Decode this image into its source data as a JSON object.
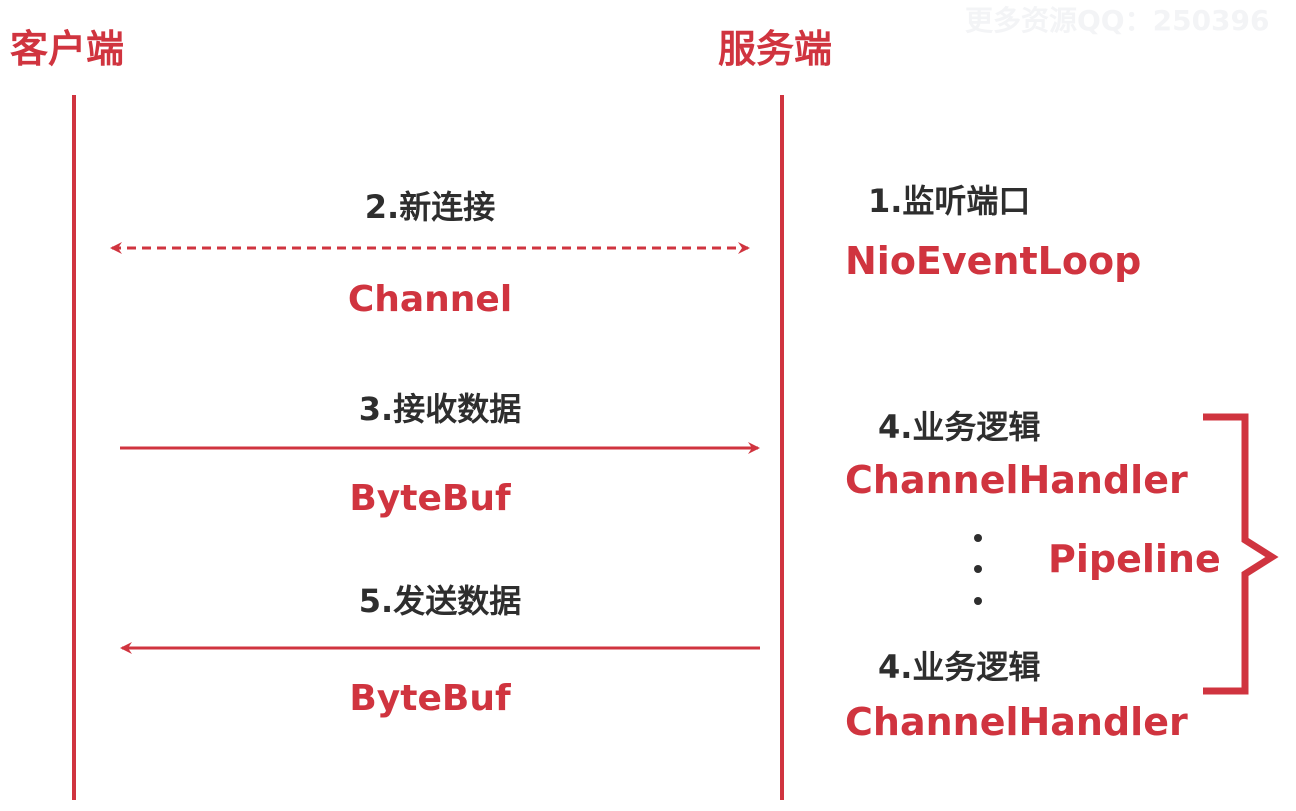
{
  "watermark": "更多资源QQ：250396",
  "colors": {
    "accent": "#d0343f",
    "text": "#2e2e2e"
  },
  "client": {
    "title": "客户端"
  },
  "server": {
    "title": "服务端"
  },
  "steps": {
    "connect": {
      "label": "2.新连接",
      "object": "Channel"
    },
    "receive": {
      "label": "3.接收数据",
      "object": "ByteBuf"
    },
    "send": {
      "label": "5.发送数据",
      "object": "ByteBuf"
    }
  },
  "server_side": {
    "listen": {
      "label": "1.监听端口",
      "object": "NioEventLoop"
    },
    "logic1": {
      "label": "4.业务逻辑",
      "object": "ChannelHandler"
    },
    "logic2": {
      "label": "4.业务逻辑",
      "object": "ChannelHandler"
    },
    "pipeline": "Pipeline"
  }
}
